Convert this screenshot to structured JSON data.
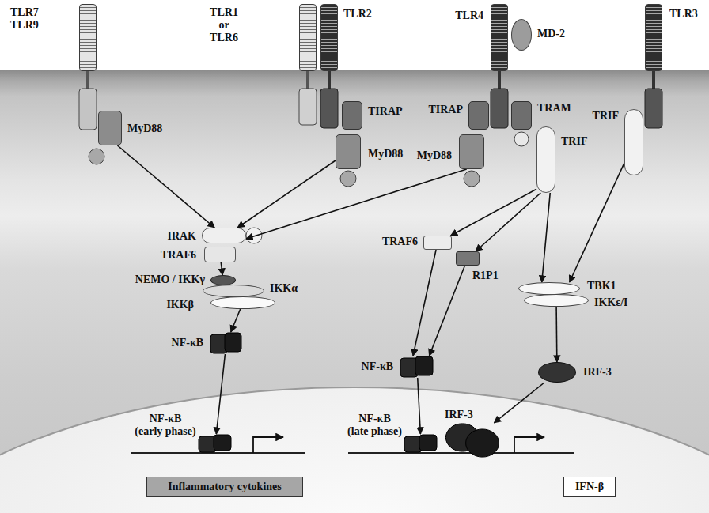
{
  "diagram": {
    "nodes": [
      {
        "text": [
          "TLR7 TLR9"
        ]
      },
      {
        "text": [
          "TLR1 or TLR6"
        ]
      },
      {
        "text": [
          "TLR2"
        ]
      },
      {
        "text": [
          "TLR4"
        ]
      },
      {
        "text": [
          "MD-2"
        ]
      },
      {
        "text": [
          "TLR3"
        ]
      },
      {
        "text": [
          "MyD88"
        ]
      },
      {
        "text": [
          "TIRAP"
        ]
      },
      {
        "text": [
          "MyD88"
        ]
      },
      {
        "text": [
          "TIRAP"
        ]
      },
      {
        "text": [
          "TRAM"
        ]
      },
      {
        "text": [
          "MyD88"
        ]
      },
      {
        "text": [
          "TRIF"
        ]
      },
      {
        "text": [
          "TRIF"
        ]
      },
      {
        "text": [
          "IRAK"
        ]
      },
      {
        "text": [
          "TRAF6"
        ]
      },
      {
        "text": [
          "NEMO / IKKγ"
        ]
      },
      {
        "text": [
          "IKKα"
        ]
      },
      {
        "text": [
          "IKKβ"
        ]
      },
      {
        "text": [
          "NF-κB"
        ]
      },
      {
        "text": [
          "NF-κB (early phase)"
        ]
      },
      {
        "text": [
          "Inflammatory cytokines"
        ]
      },
      {
        "text": [
          "TRAF6"
        ]
      },
      {
        "text": [
          "R1P1"
        ]
      },
      {
        "text": [
          "TBK1"
        ]
      },
      {
        "text": [
          "IKKε/I"
        ]
      },
      {
        "text": [
          "NF-κB"
        ]
      },
      {
        "text": [
          "IRF-3"
        ]
      },
      {
        "text": [
          "NF-κB (late phase)"
        ]
      },
      {
        "text": [
          "IRF-3"
        ]
      },
      {
        "text": [
          "IFN-β"
        ]
      }
    ],
    "edges": [
      {
        "from": 6,
        "to": 14,
        "arrow": "to"
      },
      {
        "from": 8,
        "to": 14,
        "arrow": "to"
      },
      {
        "from": 11,
        "to": 14,
        "arrow": "to"
      },
      {
        "from": 15,
        "to": 16,
        "arrow": "to"
      },
      {
        "from": 18,
        "to": 19,
        "arrow": "to"
      },
      {
        "from": 19,
        "to": 20,
        "arrow": "to"
      },
      {
        "from": 12,
        "to": 22,
        "arrow": "to"
      },
      {
        "from": 12,
        "to": 23,
        "arrow": "to"
      },
      {
        "from": 12,
        "to": 24,
        "arrow": "to"
      },
      {
        "from": 13,
        "to": 24,
        "arrow": "to"
      },
      {
        "from": 22,
        "to": 26,
        "arrow": "to"
      },
      {
        "from": 23,
        "to": 26,
        "arrow": "to"
      },
      {
        "from": 25,
        "to": 27,
        "arrow": "to"
      },
      {
        "from": 26,
        "to": 28,
        "arrow": "to"
      },
      {
        "from": 27,
        "to": 29,
        "arrow": "to"
      }
    ]
  }
}
